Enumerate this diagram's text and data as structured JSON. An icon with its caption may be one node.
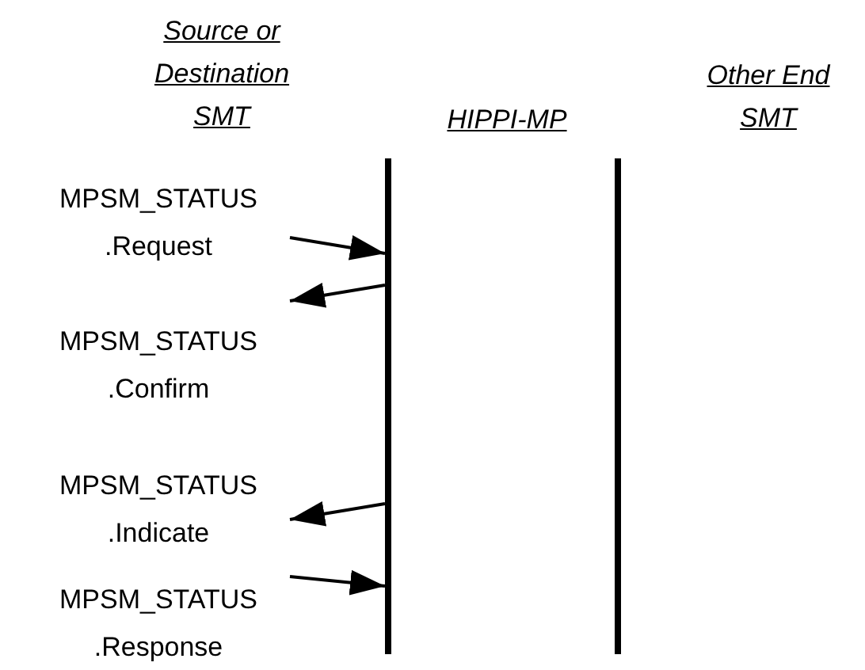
{
  "diagram": {
    "nodes": [
      {
        "text": [
          "MPSM_STATUS .Request"
        ]
      },
      {
        "text": [
          "MPSM_STATUS .Confirm"
        ]
      },
      {
        "text": [
          "MPSM_STATUS .Indicate"
        ]
      },
      {
        "text": [
          "MPSM_STATUS .Response"
        ]
      },
      {
        "text": [],
        "shape": "bar"
      },
      {
        "text": [],
        "shape": "bar"
      }
    ],
    "edges": [
      {
        "from": 0,
        "to": 4,
        "arrow": "to"
      },
      {
        "from": 4,
        "to": 1,
        "arrow": "to"
      },
      {
        "from": 4,
        "to": 2,
        "arrow": "to"
      },
      {
        "from": 3,
        "to": 4,
        "arrow": "to"
      }
    ],
    "labels": [
      "Source or Destination SMT",
      "HIPPI-MP",
      "Other End SMT"
    ]
  }
}
